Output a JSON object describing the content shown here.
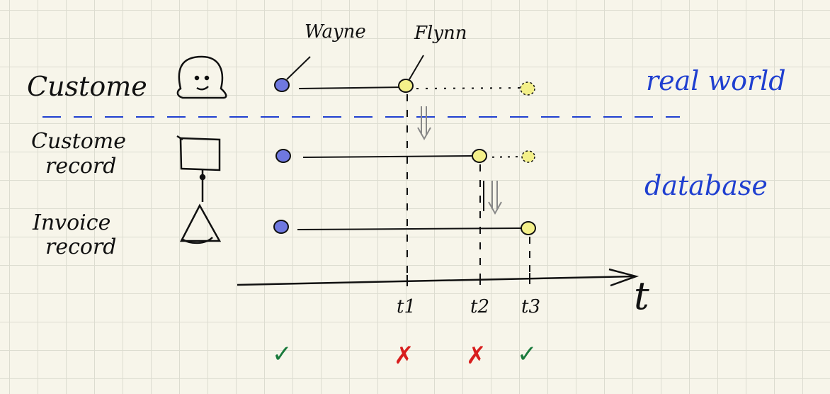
{
  "labels": {
    "customer": "Custome",
    "customer_record_1": "Custome",
    "customer_record_2": "record",
    "invoice_record_1": "Invoice",
    "invoice_record_2": "record",
    "wayne": "Wayne",
    "flynn": "Flynn",
    "real_world": "real world",
    "database": "database",
    "t_axis": "t",
    "t1": "t1",
    "t2": "t2",
    "t3": "t3"
  },
  "marks": [
    "✓",
    "✗",
    "✗",
    "✓"
  ],
  "colors": {
    "ink": "#111111",
    "blue_ink": "#1f3fd0",
    "old_value": "#6f78e0",
    "new_value": "#f4f08a",
    "check": "#1a7a3c",
    "cross": "#d81e1e"
  }
}
